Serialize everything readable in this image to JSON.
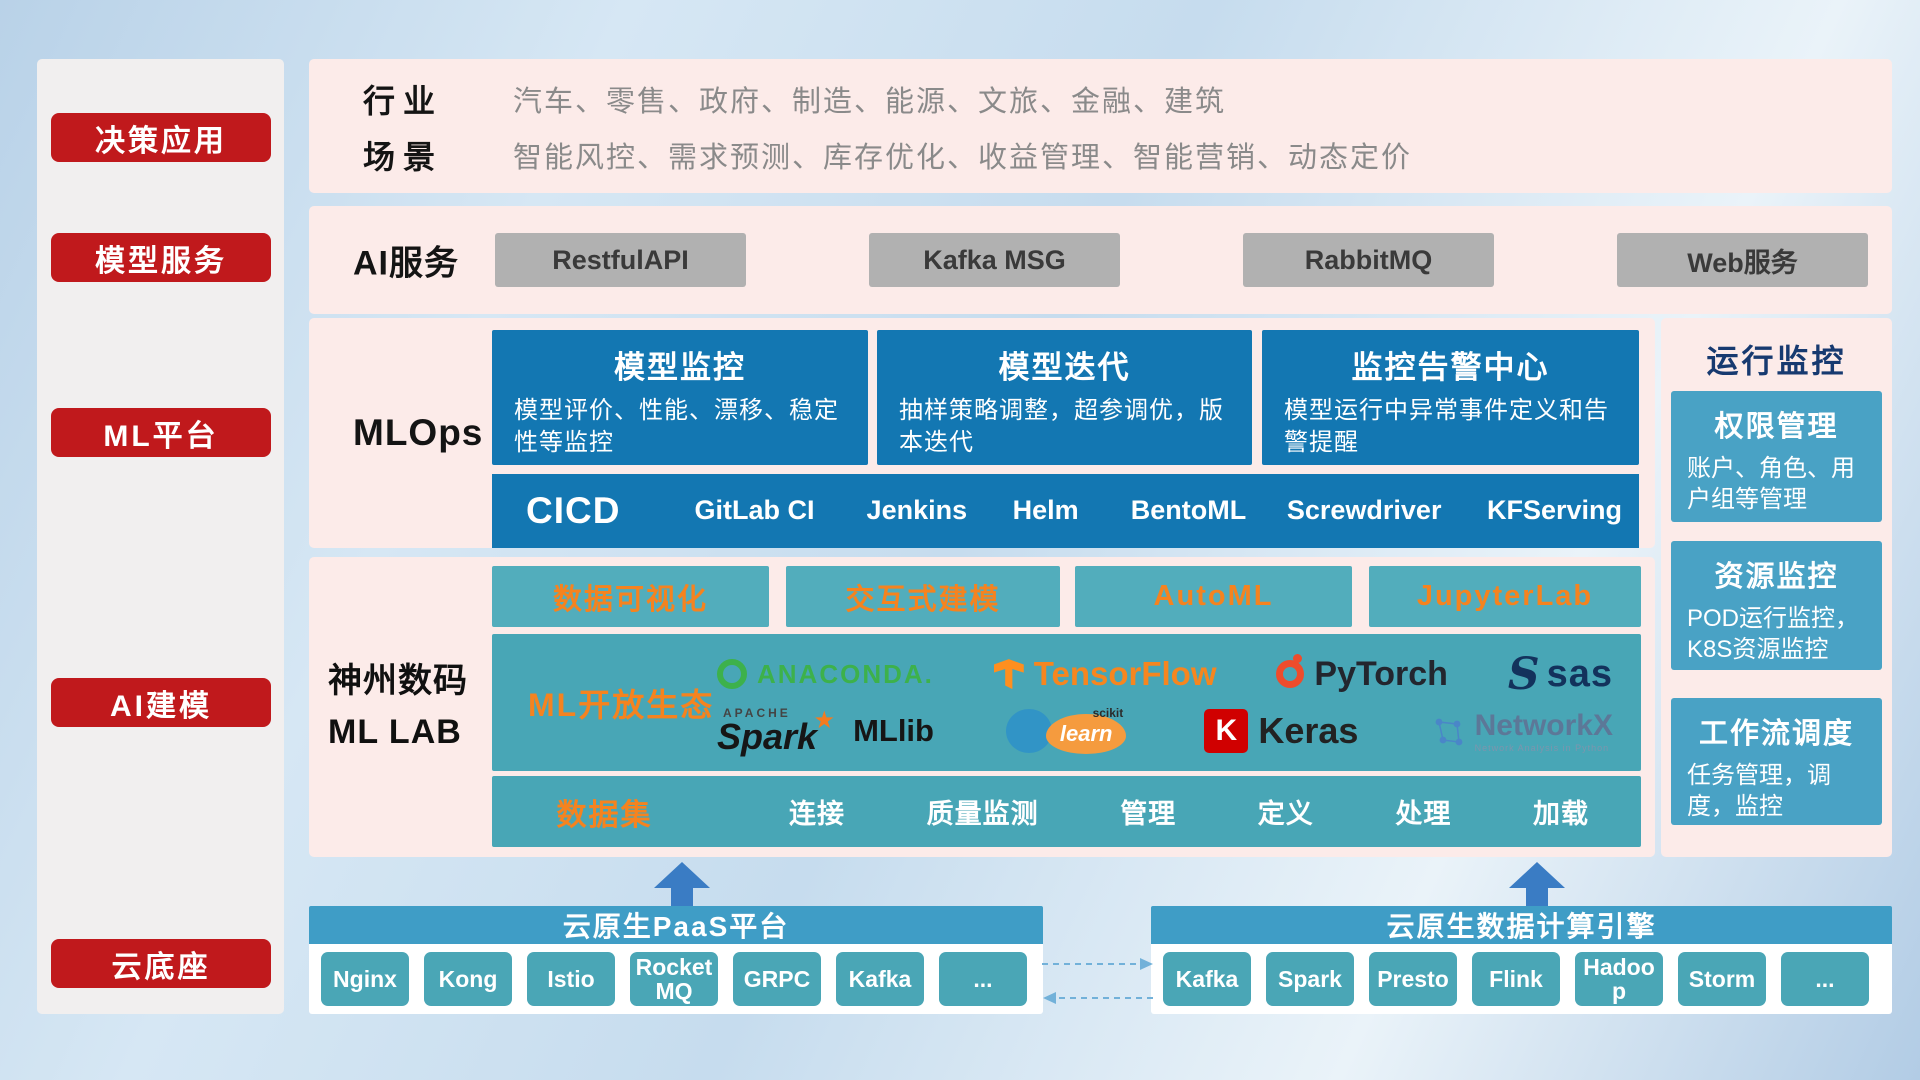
{
  "colors": {
    "accent_red": "#c0191c",
    "panel_pink": "#fcebe9",
    "deep_blue": "#1377b2",
    "teal": "#48a6b6",
    "orange": "#f5831f",
    "monitor_blue": "#49a2c5",
    "cloud_header_blue": "#3f9dc6",
    "arrow_blue": "#3a7cc4"
  },
  "sidebar": {
    "items": [
      {
        "label": "决策应用"
      },
      {
        "label": "模型服务"
      },
      {
        "label": "ML平台"
      },
      {
        "label": "AI建模"
      },
      {
        "label": "云底座"
      }
    ]
  },
  "apps_row": {
    "rows": [
      {
        "label": "行业",
        "text": "汽车、零售、政府、制造、能源、文旅、金融、建筑"
      },
      {
        "label": "场景",
        "text": "智能风控、需求预测、库存优化、收益管理、智能营销、动态定价"
      }
    ]
  },
  "services_row": {
    "label": "AI服务",
    "items": [
      "RestfulAPI",
      "Kafka MSG",
      "RabbitMQ",
      "Web服务"
    ]
  },
  "mlops_row": {
    "label": "MLOps",
    "cards": [
      {
        "title": "模型监控",
        "desc": "模型评价、性能、漂移、稳定性等监控"
      },
      {
        "title": "模型迭代",
        "desc": "抽样策略调整，超参调优，版本迭代"
      },
      {
        "title": "监控告警中心",
        "desc": "模型运行中异常事件定义和告警提醒"
      }
    ],
    "cicd_label": "CICD",
    "cicd_items": [
      "GitLab CI",
      "Jenkins",
      "Helm",
      "BentoML",
      "Screwdriver",
      "KFServing"
    ]
  },
  "monitor_panel": {
    "title": "运行监控",
    "cards": [
      {
        "title": "权限管理",
        "desc": "账户、角色、用户组等管理"
      },
      {
        "title": "资源监控",
        "desc": "POD运行监控，K8S资源监控"
      },
      {
        "title": "工作流调度",
        "desc": "任务管理，调度，监控"
      }
    ]
  },
  "mllab_row": {
    "label_line1": "神州数码",
    "label_line2": "ML LAB",
    "tools": [
      "数据可视化",
      "交互式建模",
      "AutoML",
      "JupyterLab"
    ],
    "eco_label": "ML开放生态",
    "logos": {
      "anaconda": "ANACONDA.",
      "tensorflow": "TensorFlow",
      "pytorch": "PyTorch",
      "sas_mark": "S",
      "sas": "sas",
      "apache": "APACHE",
      "spark": "Spark",
      "mllib": "MLlib",
      "scikit": "scikit",
      "learn": "learn",
      "keras_letter": "K",
      "keras": "Keras",
      "networkx": "NetworkX",
      "networkx_sub": "Network Analysis in Python"
    },
    "dataset_label": "数据集",
    "dataset_items": [
      "连接",
      "质量监测",
      "管理",
      "定义",
      "处理",
      "加载"
    ]
  },
  "cloud_row": {
    "paas": {
      "title": "云原生PaaS平台",
      "items": [
        "Nginx",
        "Kong",
        "Istio",
        "RocketMQ",
        "GRPC",
        "Kafka",
        "..."
      ]
    },
    "engine": {
      "title": "云原生数据计算引擎",
      "items": [
        "Kafka",
        "Spark",
        "Presto",
        "Flink",
        "Hadoop",
        "Storm",
        "..."
      ]
    }
  }
}
